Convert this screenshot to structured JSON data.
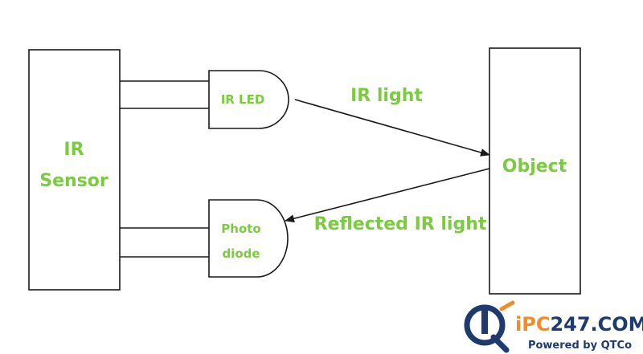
{
  "diagram": {
    "sensor": {
      "line1": "IR",
      "line2": "Sensor"
    },
    "led": {
      "label": "IR LED"
    },
    "photodiode": {
      "line1": "Photo",
      "line2": "diode"
    },
    "object": {
      "label": "Object"
    },
    "arrow_out": {
      "label": "IR light"
    },
    "arrow_back": {
      "label": "Reflected IR light"
    }
  },
  "logo": {
    "prefix": "iPC",
    "suffix": "247.COM",
    "tagline": "Powered by QTCo"
  },
  "colors": {
    "label_green": "#7bcb3f",
    "logo_navy": "#1f3a6e",
    "logo_orange": "#f28c28",
    "line": "#1a1a1a"
  }
}
